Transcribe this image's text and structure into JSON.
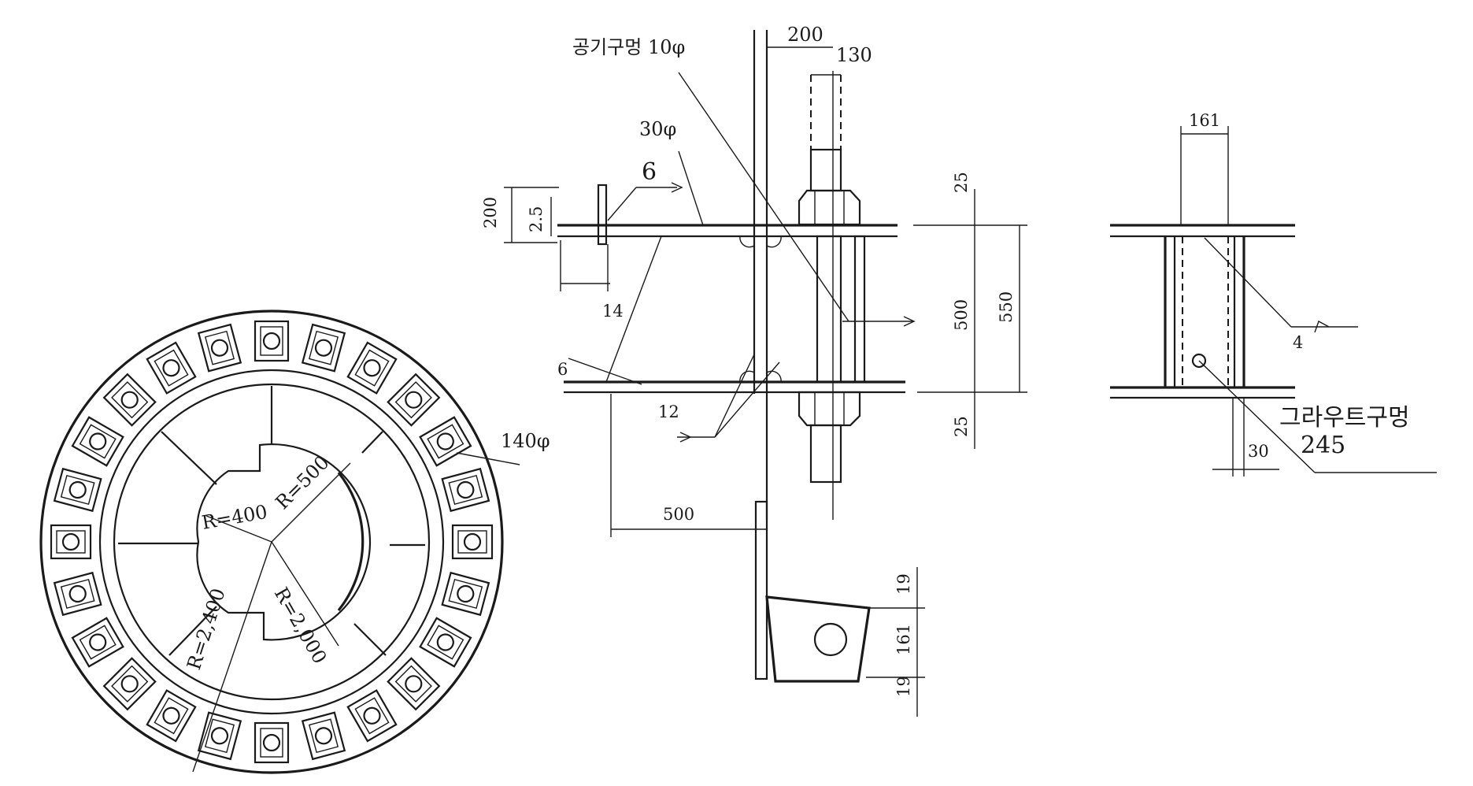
{
  "plan_view": {
    "radius_outer": "R=2,400",
    "radius_inner": "R=2,000",
    "radius_400": "R=400",
    "radius_500": "R=500",
    "bolt_hole": "140φ"
  },
  "section_view": {
    "air_hole": "공기구멍 10φ",
    "hole_30": "30φ",
    "dim_200_top": "200",
    "dim_130": "130",
    "weld_6_top": "6",
    "dim_200_left": "200",
    "dim_2_5": "2.5",
    "dim_14": "14",
    "weld_6_left": "6",
    "dim_12": "12",
    "dim_25_top": "25",
    "dim_500_v": "500",
    "dim_550": "550",
    "dim_25_bottom": "25",
    "dim_500_h": "500",
    "dim_19_top": "19",
    "dim_161_v": "161",
    "dim_19_bottom": "19"
  },
  "side_view": {
    "dim_161": "161",
    "weld_4": "4",
    "grout_hole": "그라우트구멍",
    "grout_dim": "245",
    "dim_30": "30"
  }
}
